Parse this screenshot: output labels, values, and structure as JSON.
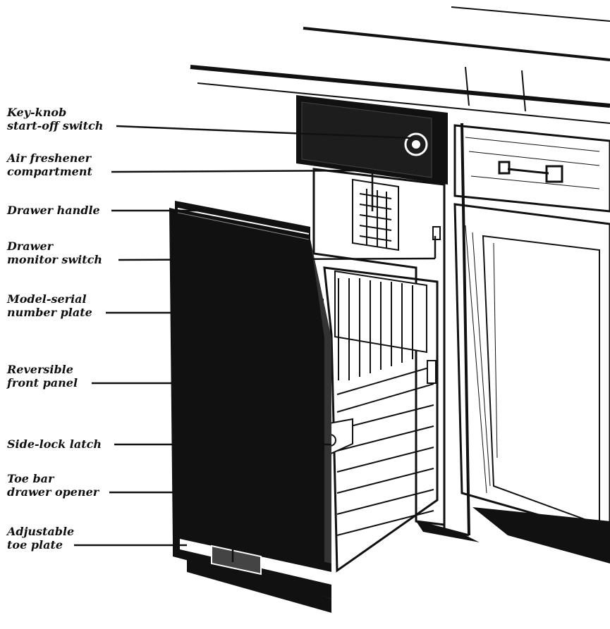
{
  "callouts": [
    {
      "id": "key-knob",
      "lines": [
        "Key-knob",
        "start-off switch"
      ]
    },
    {
      "id": "air-freshener",
      "lines": [
        "Air freshener",
        "compartment"
      ]
    },
    {
      "id": "drawer-handle",
      "lines": [
        "Drawer handle"
      ]
    },
    {
      "id": "drawer-monitor",
      "lines": [
        "Drawer",
        "monitor switch"
      ]
    },
    {
      "id": "model-serial",
      "lines": [
        "Model-serial",
        "number plate"
      ]
    },
    {
      "id": "reversible-front",
      "lines": [
        "Reversible",
        "front panel"
      ]
    },
    {
      "id": "side-lock",
      "lines": [
        "Side-lock latch"
      ]
    },
    {
      "id": "toe-bar",
      "lines": [
        "Toe bar",
        "drawer opener"
      ]
    },
    {
      "id": "adjustable-toe",
      "lines": [
        "Adjustable",
        "toe plate"
      ]
    }
  ],
  "colors": {
    "ink": "#111111",
    "paper": "#ffffff"
  }
}
